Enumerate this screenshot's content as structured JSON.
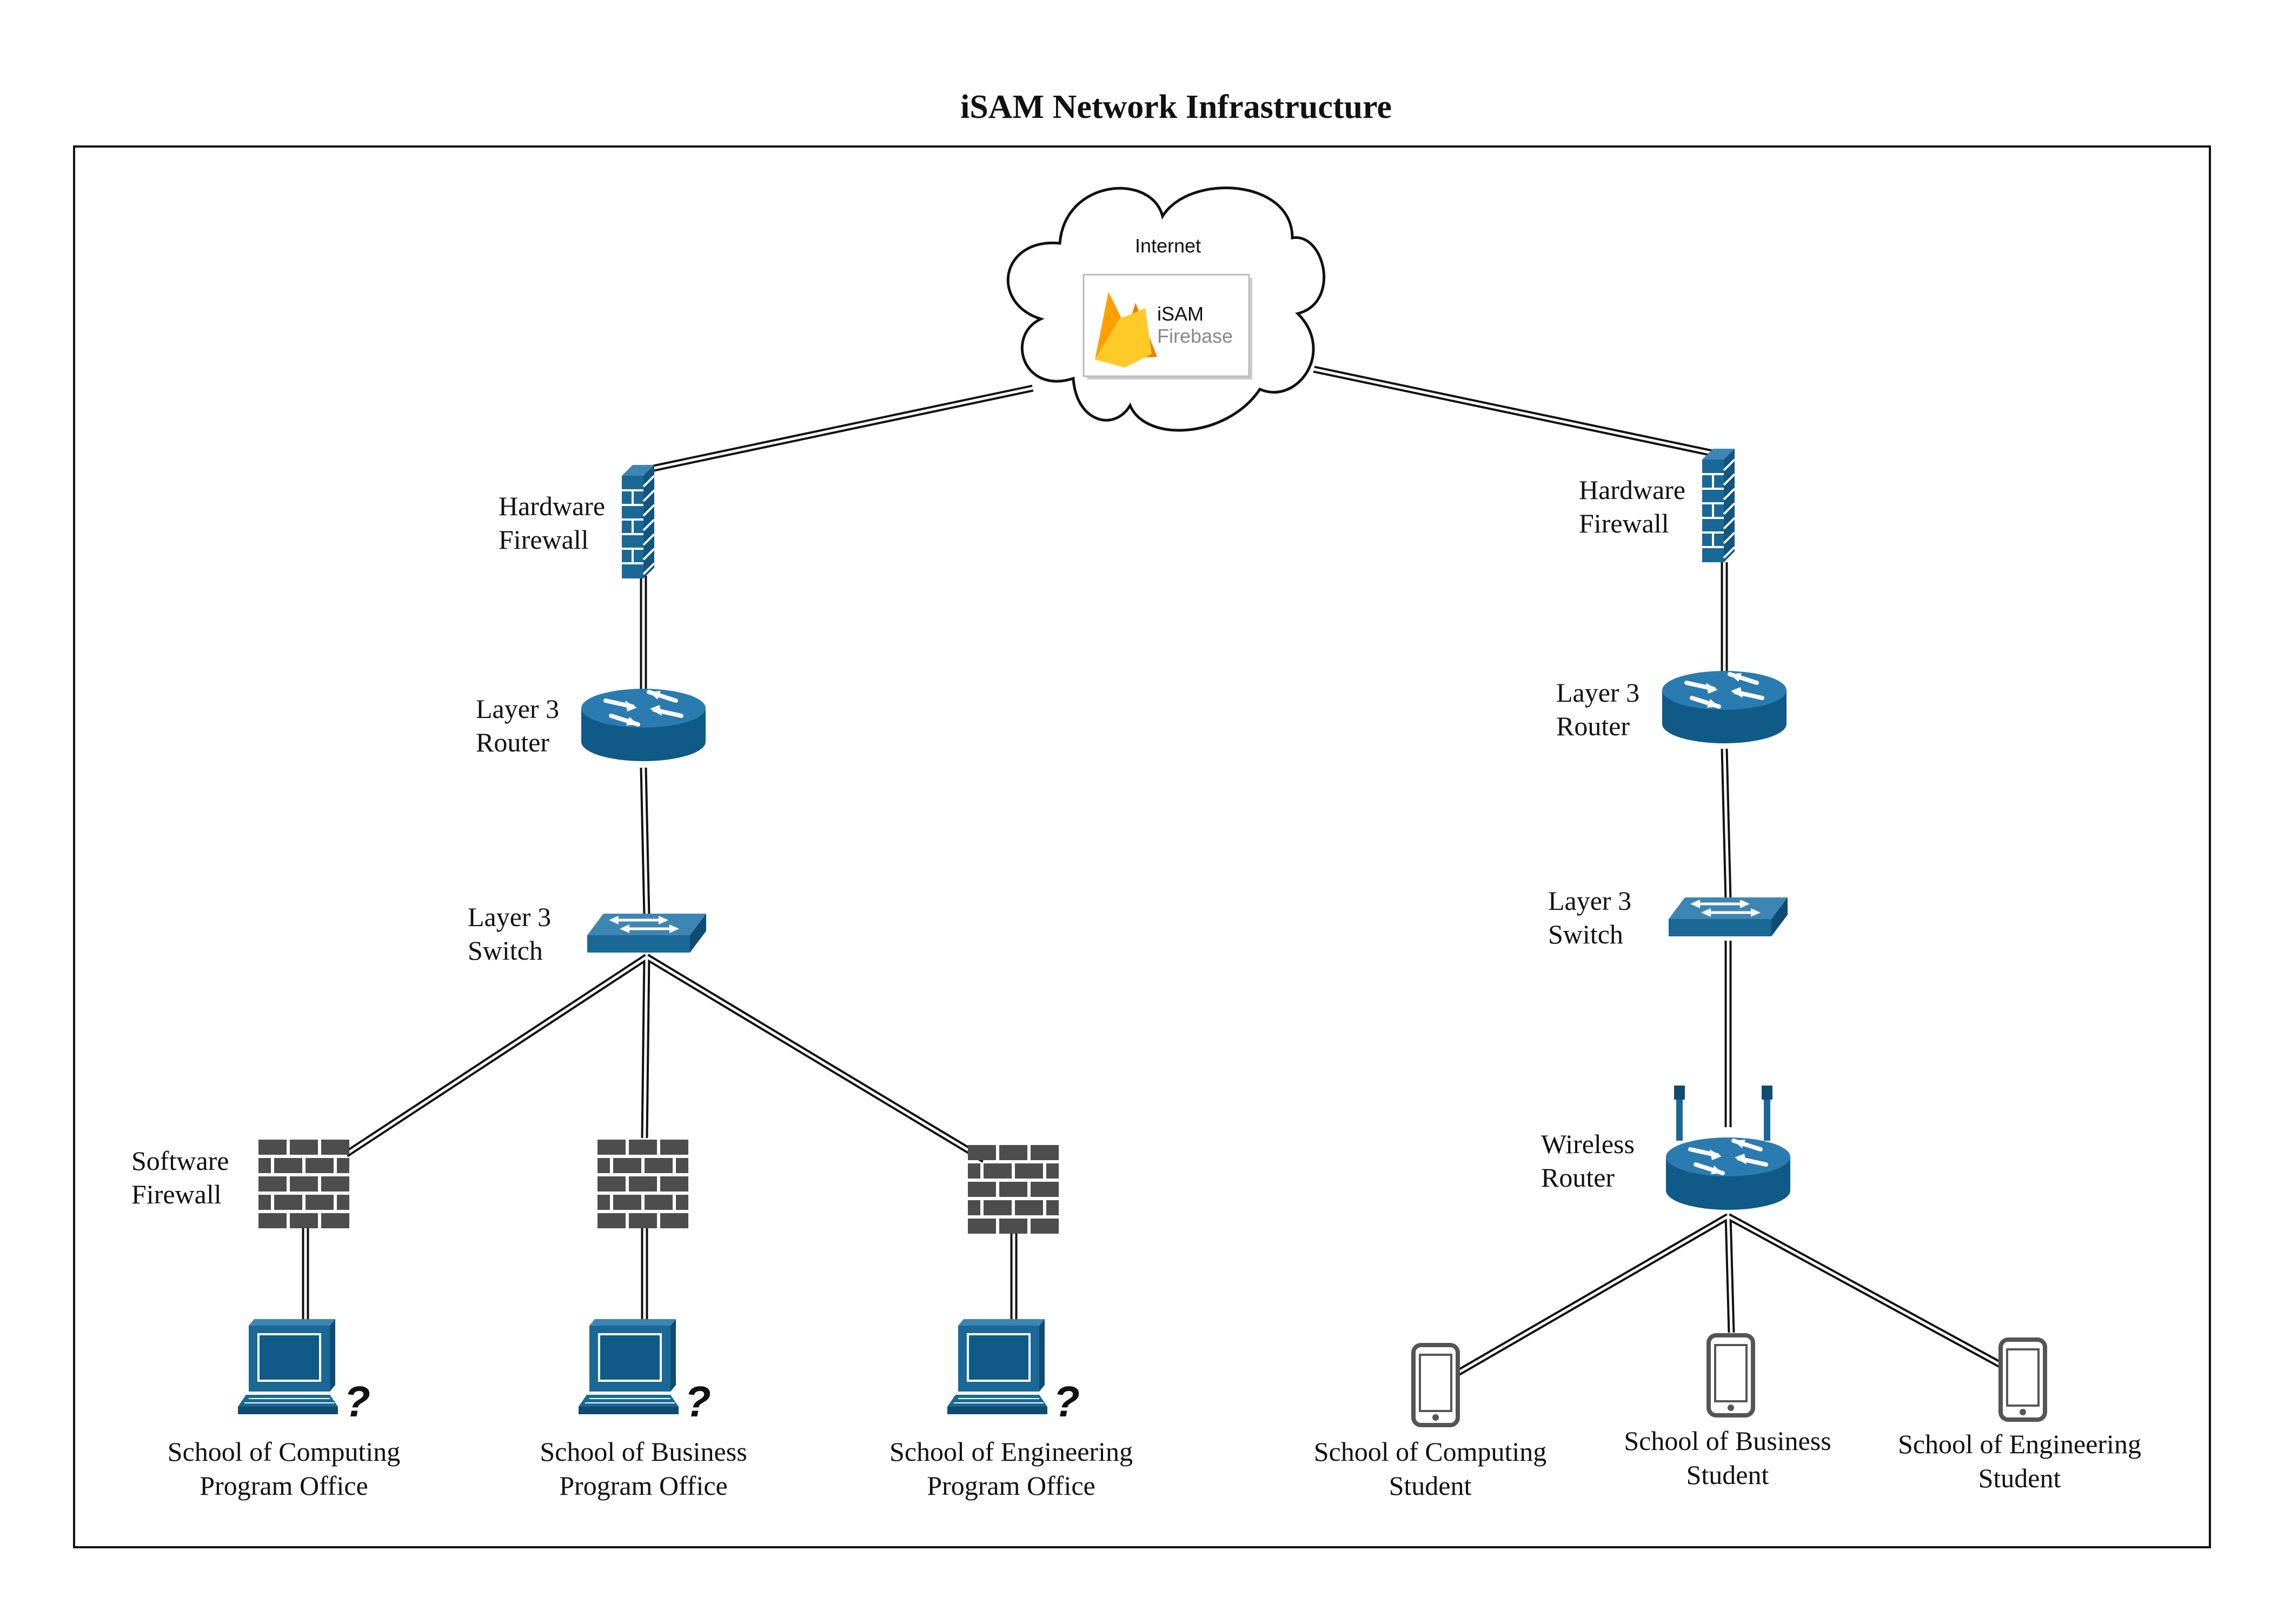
{
  "title": "iSAM Network Infrastructure",
  "cloud": {
    "label": "Internet",
    "app_name": "iSAM",
    "app_sub": "Firebase",
    "logo_icon": "firebase-flame-icon"
  },
  "left": {
    "hardware_firewall": [
      "Hardware",
      "Firewall"
    ],
    "router": [
      "Layer 3",
      "Router"
    ],
    "switch": [
      "Layer 3",
      "Switch"
    ],
    "software_firewall": [
      "Software",
      "Firewall"
    ],
    "endpoints": [
      {
        "line1": "School of Computing",
        "line2": "Program Office"
      },
      {
        "line1": "School of Business",
        "line2": "Program Office"
      },
      {
        "line1": "School of Engineering",
        "line2": "Program Office"
      }
    ]
  },
  "right": {
    "hardware_firewall": [
      "Hardware",
      "Firewall"
    ],
    "router": [
      "Layer 3",
      "Router"
    ],
    "switch": [
      "Layer 3",
      "Switch"
    ],
    "wireless_router": [
      "Wireless",
      "Router"
    ],
    "endpoints": [
      {
        "line1": "School of Computing",
        "line2": "Student"
      },
      {
        "line1": "School of Business",
        "line2": "Student"
      },
      {
        "line1": "School of Engineering",
        "line2": "Student"
      }
    ]
  },
  "colors": {
    "device_blue": "#1a6896",
    "device_dark": "#0f4c72",
    "software_firewall": "#4d4d4d",
    "phone_gray": "#555555",
    "firebase_yellow": "#ffca28",
    "firebase_orange": "#f57c00"
  }
}
